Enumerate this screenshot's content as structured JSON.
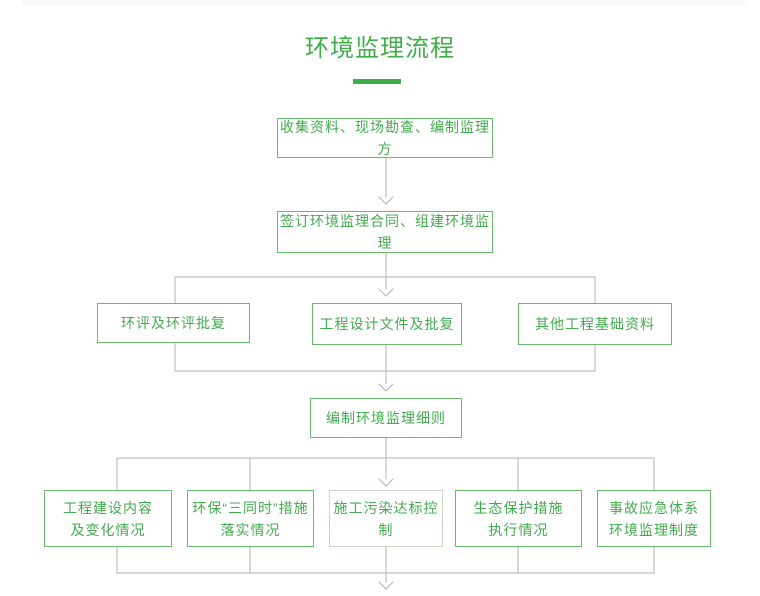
{
  "title": "环境监理流程",
  "colors": {
    "green": "#3fae49",
    "box_border": "#67b96b",
    "box_border_light": "#c9d6c9",
    "box_text": "#43ab4f",
    "connector": "#b2b2b2"
  },
  "flow": {
    "step1": "收集资料、现场勘查、编制监理方",
    "step2": "签订环境监理合同、组建环境监理",
    "row3": [
      "环评及环评批复",
      "工程设计文件及批复",
      "其他工程基础资料"
    ],
    "step4": "编制环境监理细则",
    "row5": [
      {
        "line1": "工程建设内容",
        "line2": "及变化情况"
      },
      {
        "line1": "环保“三同时”措施",
        "line2": "落实情况"
      },
      {
        "line1": "施工污染达标控制"
      },
      {
        "line1": "生态保护措施",
        "line2": "执行情况"
      },
      {
        "line1": "事故应急体系",
        "line2": "环境监理制度"
      }
    ]
  }
}
